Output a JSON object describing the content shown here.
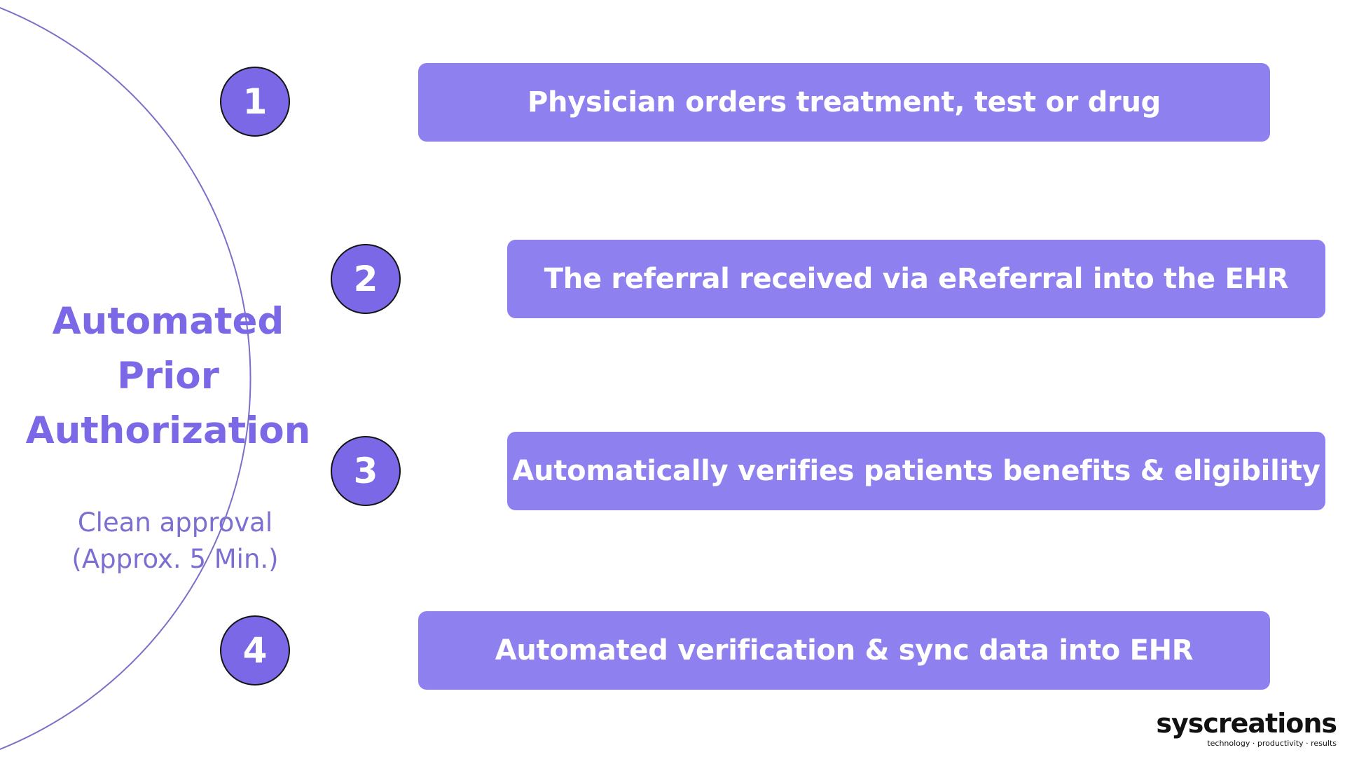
{
  "diagram": {
    "title_lines": [
      "Automated",
      "Prior",
      "Authorization"
    ],
    "subtitle_lines": [
      "Clean approval",
      "(Approx. 5 Min.)"
    ],
    "steps": [
      {
        "number": "1",
        "text": "Physician orders treatment, test or drug"
      },
      {
        "number": "2",
        "text": "The referral received via eReferral into the EHR"
      },
      {
        "number": "3",
        "text": "Automatically verifies patients benefits & eligibility"
      },
      {
        "number": "4",
        "text": "Automated verification & sync data into EHR"
      }
    ]
  },
  "brand": {
    "name": "syscreations",
    "tagline": "technology · productivity · results"
  },
  "colors": {
    "accent": "#7a68e6",
    "box": "#8f80f0",
    "arc": "#7a70c8",
    "circle_border": "#141414"
  }
}
